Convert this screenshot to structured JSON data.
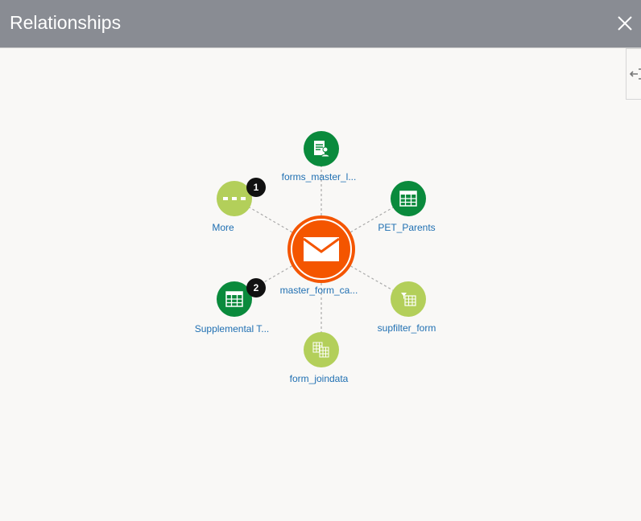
{
  "header": {
    "title": "Relationships"
  },
  "colors": {
    "dark_green": "#0a8a3c",
    "light_green": "#b3cf5a",
    "center": "#f45500",
    "header": "#898c93"
  },
  "center": {
    "label": "master_form_ca...",
    "icon": "envelope-icon"
  },
  "nodes": [
    {
      "label": "forms_master_l...",
      "icon": "document-user-icon"
    },
    {
      "label": "PET_Parents",
      "icon": "table-icon"
    },
    {
      "label": "supfilter_form",
      "icon": "filter-table-icon"
    },
    {
      "label": "form_joindata",
      "icon": "joined-tables-icon"
    },
    {
      "label": "Supplemental T...",
      "icon": "table-icon",
      "badge": "2"
    },
    {
      "label": "More",
      "icon": "more-icon",
      "badge": "1"
    }
  ]
}
